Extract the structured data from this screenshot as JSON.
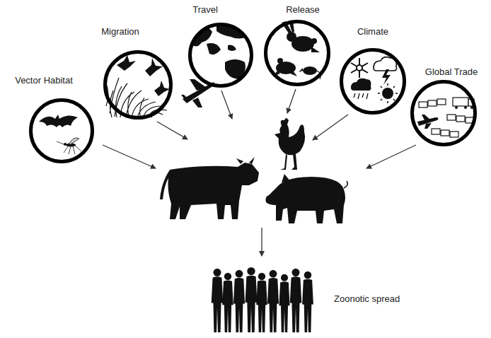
{
  "diagram": {
    "nodes": [
      {
        "text": [
          "Vector Habitat"
        ]
      },
      {
        "text": [
          "Migration"
        ]
      },
      {
        "text": [
          "Travel"
        ]
      },
      {
        "text": [
          "Release"
        ]
      },
      {
        "text": [
          "Climate"
        ]
      },
      {
        "text": [
          "Global Trade"
        ]
      },
      {
        "text": [
          "Zoonotic spread"
        ]
      }
    ]
  }
}
